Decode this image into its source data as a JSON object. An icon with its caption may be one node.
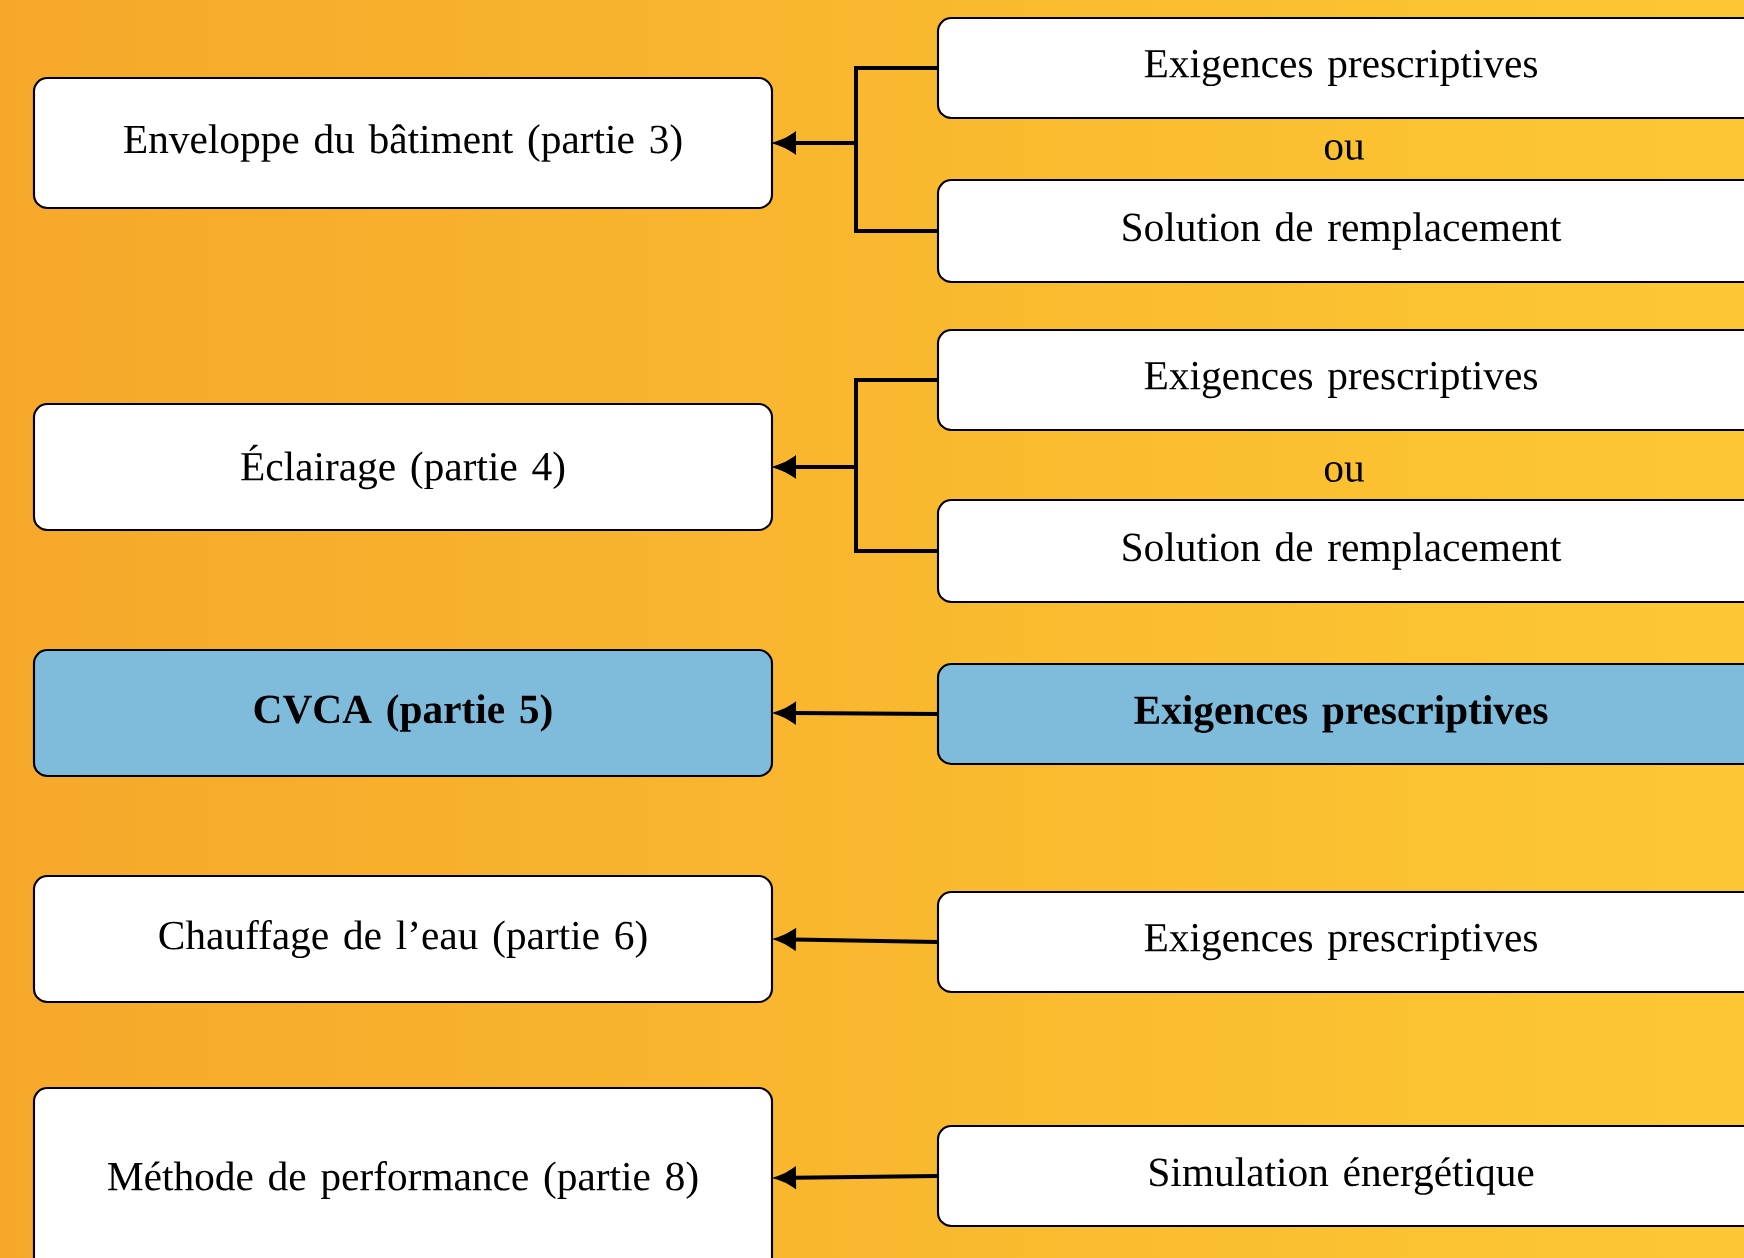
{
  "diagram": {
    "nodes": [
      {
        "text": [
          "Enveloppe du bâtiment (partie 3)"
        ]
      },
      {
        "text": [
          "Exigences prescriptives"
        ]
      },
      {
        "text": [
          "Solution de remplacement"
        ]
      },
      {
        "text": [
          "Éclairage (partie  4)"
        ]
      },
      {
        "text": [
          "Exigences prescriptives"
        ]
      },
      {
        "text": [
          "Solution de remplacement"
        ]
      },
      {
        "text": [
          "CVCA (partie 5)"
        ]
      },
      {
        "text": [
          "Exigences prescriptives"
        ]
      },
      {
        "text": [
          "Chauffage de l’eau (partie 6)"
        ]
      },
      {
        "text": [
          "Exigences prescriptives"
        ]
      },
      {
        "text": [
          "Méthode de performance (partie 8)"
        ]
      },
      {
        "text": [
          "Simulation énergétique"
        ]
      }
    ],
    "edges": [
      {
        "from": 1,
        "to": 0,
        "arrow": "to"
      },
      {
        "from": 2,
        "to": 0,
        "arrow": "to"
      },
      {
        "from": 4,
        "to": 3,
        "arrow": "to"
      },
      {
        "from": 5,
        "to": 3,
        "arrow": "to"
      },
      {
        "from": 7,
        "to": 6,
        "arrow": "to"
      },
      {
        "from": 9,
        "to": 8,
        "arrow": "to"
      },
      {
        "from": 11,
        "to": 10,
        "arrow": "to"
      }
    ],
    "labels": [
      "ou",
      "ou"
    ]
  }
}
